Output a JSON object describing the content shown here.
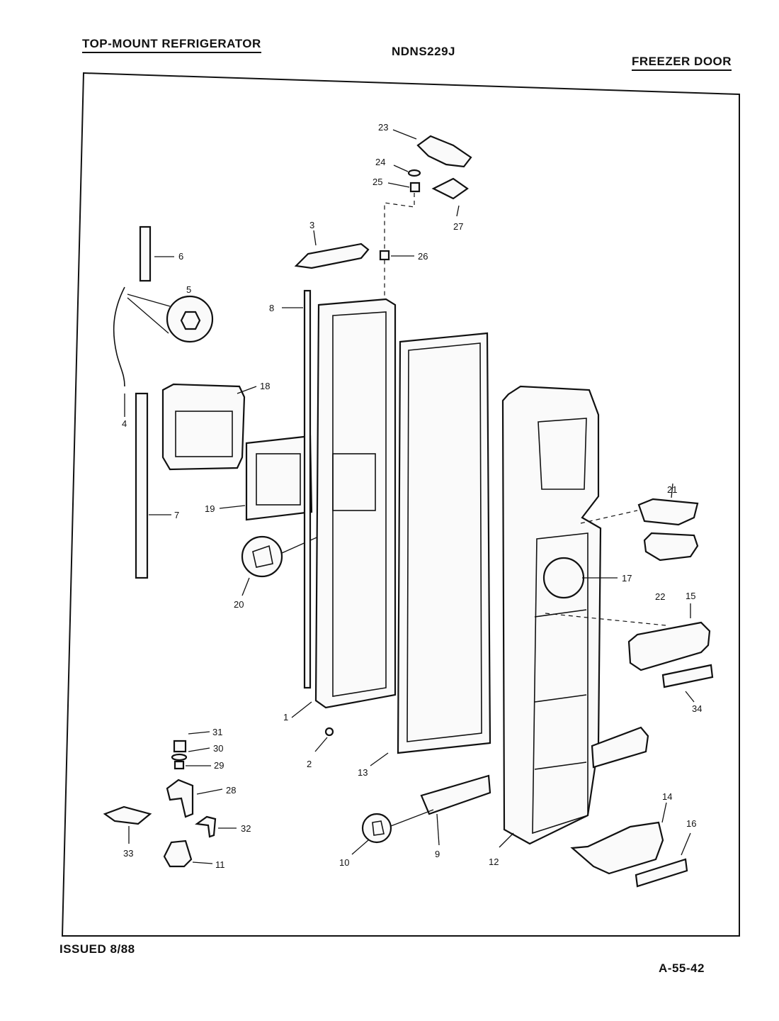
{
  "header": {
    "left_title": "TOP-MOUNT REFRIGERATOR",
    "model": "NDNS229J",
    "right_title": "FREEZER DOOR"
  },
  "footer": {
    "issued": "ISSUED 8/88",
    "code": "A-55-42"
  },
  "callouts": [
    "1",
    "2",
    "3",
    "4",
    "5",
    "6",
    "7",
    "8",
    "9",
    "10",
    "11",
    "12",
    "13",
    "14",
    "15",
    "16",
    "17",
    "18",
    "19",
    "20",
    "21",
    "22",
    "23",
    "24",
    "25",
    "26",
    "27",
    "28",
    "29",
    "30",
    "31",
    "32",
    "33",
    "34"
  ]
}
